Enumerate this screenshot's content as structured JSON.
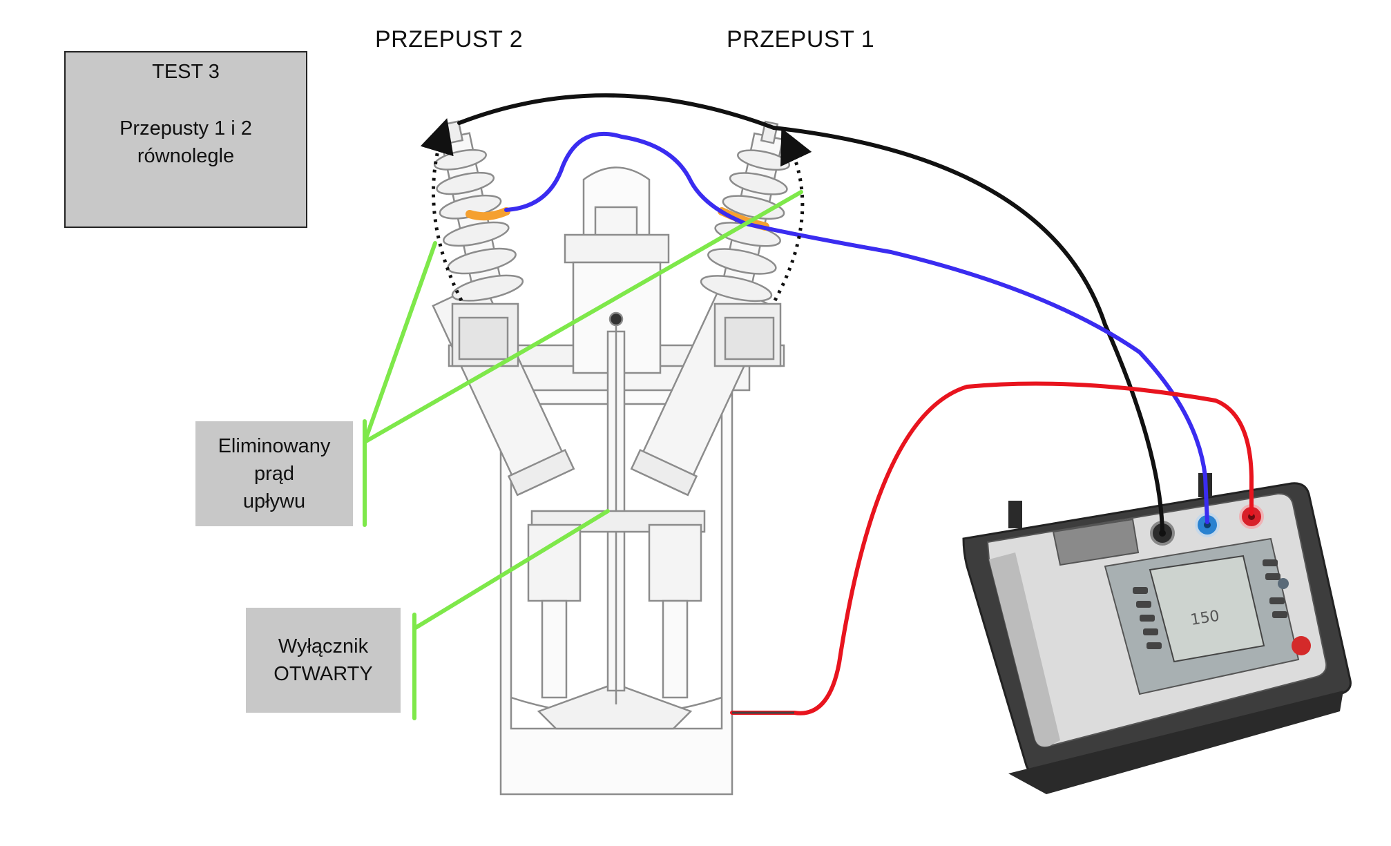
{
  "labels": {
    "bushing2": "PRZEPUST 2",
    "bushing1": "PRZEPUST 1"
  },
  "test_box": {
    "title": "TEST 3",
    "line1": "Przepusty 1 i 2",
    "line2": "równolegle"
  },
  "leak_box": {
    "line1": "Eliminowany",
    "line2": "prąd",
    "line3": "upływu"
  },
  "breaker_box": {
    "line1": "Wyłącznik",
    "line2": "OTWARTY"
  },
  "colors": {
    "black_lead": "#111111",
    "blue_lead": "#3a2cf0",
    "red_lead": "#e8141e",
    "guard_green": "#7ee84a",
    "guard_orange": "#f5a030",
    "box_fill": "#c8c8c8"
  }
}
